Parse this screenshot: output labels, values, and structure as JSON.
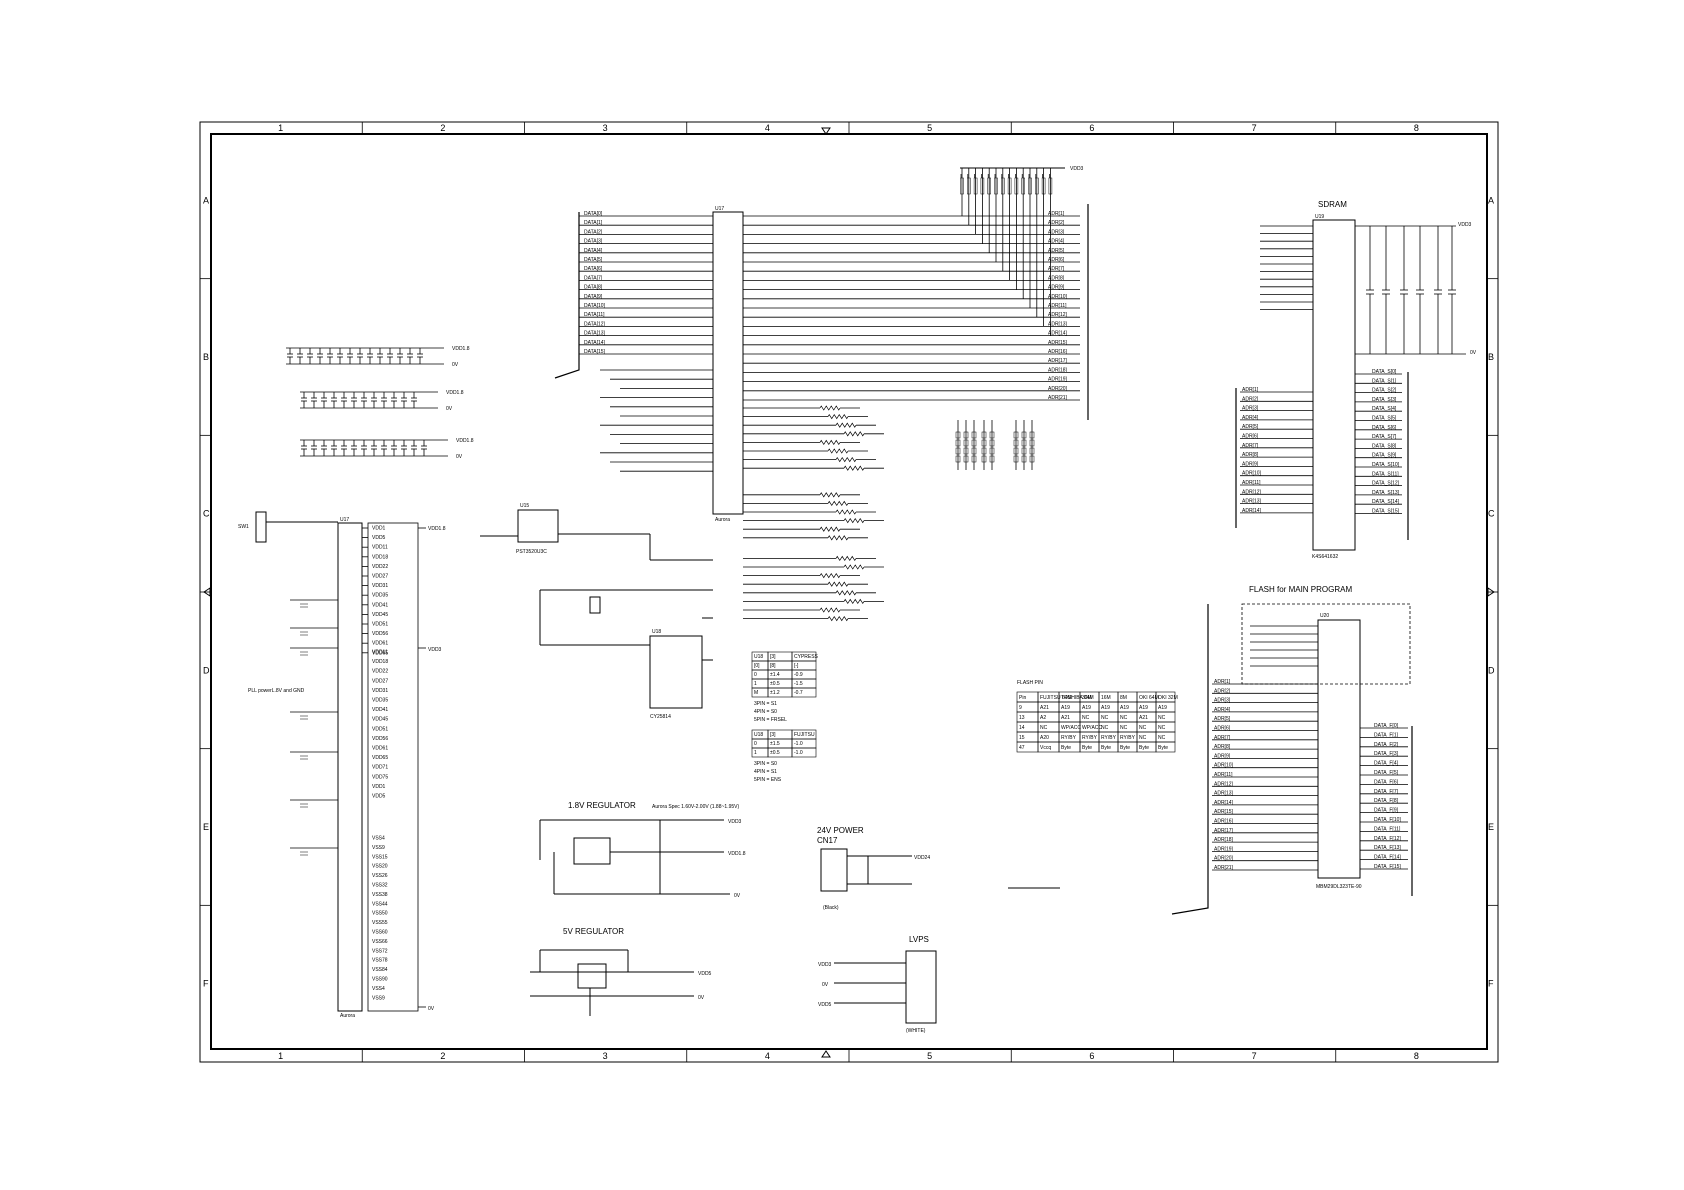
{
  "sheet": {
    "columns": [
      "1",
      "2",
      "3",
      "4",
      "5",
      "6",
      "7",
      "8"
    ],
    "rows": [
      "A",
      "B",
      "C",
      "D",
      "E",
      "F"
    ]
  },
  "sections": {
    "sdram": "SDRAM",
    "flash": "FLASH for MAIN PROGRAM",
    "flash_pin": "FLASH PIN",
    "reg_1v8": "1.8V REGULATOR",
    "reg_1v8_spec": "Aurora Spec 1.60V-2.00V (1.88~1.95V)",
    "reg_5v": "5V REGULATOR",
    "power_24v": "24V POWER",
    "lvps": "LVPS",
    "cn17": "CN17",
    "cn17_color": "(Black)",
    "cn21_color": "(WHITE)",
    "rail_note": "PLL powerL.8V and GND"
  },
  "parts": {
    "u17": "U17",
    "aurora": "Aurora",
    "u19": "U19",
    "sdram_part": "K4S641632",
    "u20": "U20",
    "flash_part": "MBM29DL323TE-90",
    "u18": "U18",
    "u18_part": "CY25814",
    "u15": "U15",
    "u15_part": "PST3520U3C",
    "sw1": "SW1"
  },
  "power": {
    "vdd3": "VDD3",
    "vdd1_8": "VDD1.8",
    "zero_v": "0V",
    "vdd5": "VDD5",
    "vdd24": "VDD24"
  },
  "nets": {
    "data_bus": [
      "DATA[0]",
      "DATA[1]",
      "DATA[2]",
      "DATA[3]",
      "DATA[4]",
      "DATA[5]",
      "DATA[6]",
      "DATA[7]",
      "DATA[8]",
      "DATA[9]",
      "DATA[10]",
      "DATA[11]",
      "DATA[12]",
      "DATA[13]",
      "DATA[14]",
      "DATA[15]"
    ],
    "adr_bus": [
      "ADR[1]",
      "ADR[2]",
      "ADR[3]",
      "ADR[4]",
      "ADR[5]",
      "ADR[6]",
      "ADR[7]",
      "ADR[8]",
      "ADR[9]",
      "ADR[10]",
      "ADR[11]",
      "ADR[12]",
      "ADR[13]",
      "ADR[14]",
      "ADR[15]",
      "ADR[16]",
      "ADR[17]",
      "ADR[18]",
      "ADR[19]",
      "ADR[20]",
      "ADR[21]"
    ],
    "data_s": [
      "DATA_S[0]",
      "DATA_S[1]",
      "DATA_S[2]",
      "DATA_S[3]",
      "DATA_S[4]",
      "DATA_S[5]",
      "DATA_S[6]",
      "DATA_S[7]",
      "DATA_S[8]",
      "DATA_S[9]",
      "DATA_S[10]",
      "DATA_S[11]",
      "DATA_S[12]",
      "DATA_S[13]",
      "DATA_S[14]",
      "DATA_S[15]"
    ],
    "data_f": [
      "DATA_F[0]",
      "DATA_F[1]",
      "DATA_F[2]",
      "DATA_F[3]",
      "DATA_F[4]",
      "DATA_F[5]",
      "DATA_F[6]",
      "DATA_F[7]",
      "DATA_F[8]",
      "DATA_F[9]",
      "DATA_F[10]",
      "DATA_F[11]",
      "DATA_F[12]",
      "DATA_F[13]",
      "DATA_F[14]",
      "DATA_F[15]"
    ],
    "vdd_pins": [
      "VDD1",
      "VDD5",
      "VDD11",
      "VDD18",
      "VDD22",
      "VDD27",
      "VDD31",
      "VDD35",
      "VDD41",
      "VDD45",
      "VDD51",
      "VDD56",
      "VDD61",
      "VDD65",
      "VDD71",
      "VDD75"
    ],
    "vss_pins": [
      "VSS4",
      "VSS9",
      "VSS15",
      "VSS20",
      "VSS26",
      "VSS32",
      "VSS38",
      "VSS44",
      "VSS50",
      "VSS55",
      "VSS60",
      "VSS66",
      "VSS72",
      "VSS78",
      "VSS84",
      "VSS90"
    ]
  },
  "tables": {
    "cypress": {
      "headers": [
        "U18",
        "[3]",
        "CYPRESS"
      ],
      "rows": [
        [
          "[0]",
          "[8]",
          "[-]"
        ],
        [
          "0",
          "±1.4",
          "-0.9"
        ],
        [
          "1",
          "±0.5",
          "-1.5"
        ],
        [
          "M",
          "±1.2",
          "-0.7"
        ]
      ],
      "notes": [
        "3PIN = S1",
        "4PIN = S0",
        "5PIN = FRSEL"
      ]
    },
    "fujitsu": {
      "headers": [
        "U18",
        "[3]",
        "FUJITSU"
      ],
      "rows": [
        [
          "0",
          "±1.5",
          "-1.0"
        ],
        [
          "1",
          "±0.5",
          "-1.0"
        ]
      ],
      "notes": [
        "3PIN = S0",
        "4PIN = S1",
        "5PIN = ENS"
      ]
    },
    "flash_pin": {
      "headers": [
        "Pin",
        "FUJITSU 64M",
        "TOSHIBA 64M",
        "32M",
        "16M",
        "8M",
        "OKI 64M",
        "OKI 32M"
      ],
      "rows": [
        [
          "9",
          "A21",
          "A19",
          "A19",
          "A19",
          "A19",
          "A19",
          "A19"
        ],
        [
          "13",
          "A2",
          "A21",
          "NC",
          "NC",
          "NC",
          "A21",
          "NC"
        ],
        [
          "14",
          "NC",
          "WP/ACC",
          "WP/ACC",
          "NC",
          "NC",
          "NC",
          "NC"
        ],
        [
          "15",
          "A20",
          "RY/BY",
          "RY/BY",
          "RY/BY",
          "RY/BY",
          "NC",
          "NC"
        ],
        [
          "47",
          "Vccq",
          "Byte",
          "Byte",
          "Byte",
          "Byte",
          "Byte",
          "Byte"
        ]
      ]
    }
  }
}
